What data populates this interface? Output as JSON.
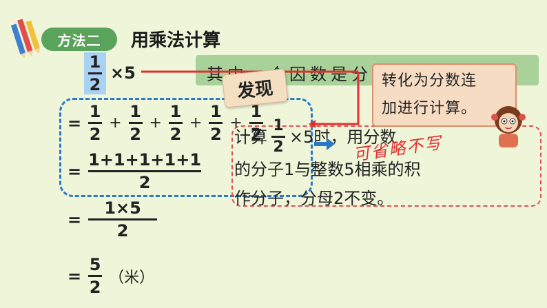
{
  "method_tag": "方法二",
  "title": "用乘法计算",
  "question": {
    "numerator": "1",
    "denominator": "2",
    "times": "×5"
  },
  "green_text": "其中一个因数是分",
  "discover_label": "发现",
  "note_lines": [
    "转化为分数连",
    "加进行计算。"
  ],
  "sum": {
    "eq": "=",
    "terms": [
      {
        "n": "1",
        "d": "2"
      },
      {
        "n": "1",
        "d": "2"
      },
      {
        "n": "1",
        "d": "2"
      },
      {
        "n": "1",
        "d": "2"
      },
      {
        "n": "1",
        "d": "2"
      }
    ],
    "plus": "+"
  },
  "step2": {
    "eq": "=",
    "numerator": "1+1+1+1+1",
    "denominator": "2"
  },
  "step3": {
    "eq": "=",
    "numerator": "1×5",
    "denominator": "2"
  },
  "step4": {
    "eq": "=",
    "numerator": "5",
    "denominator": "2",
    "unit": "（米）"
  },
  "calc": {
    "line1_prefix": "计算",
    "frac_n": "1",
    "frac_d": "2",
    "line1_suffix": "×5时，用分数",
    "line2": "的分子1与整数5相乘的积",
    "line3": "作分子，分母2不变。"
  },
  "red_note": "可省略不写",
  "colors": {
    "accent_green": "#5aa35a",
    "dash_blue": "#2b78c5",
    "dash_red": "#e05050",
    "highlight_blue": "#a9d1f4"
  }
}
